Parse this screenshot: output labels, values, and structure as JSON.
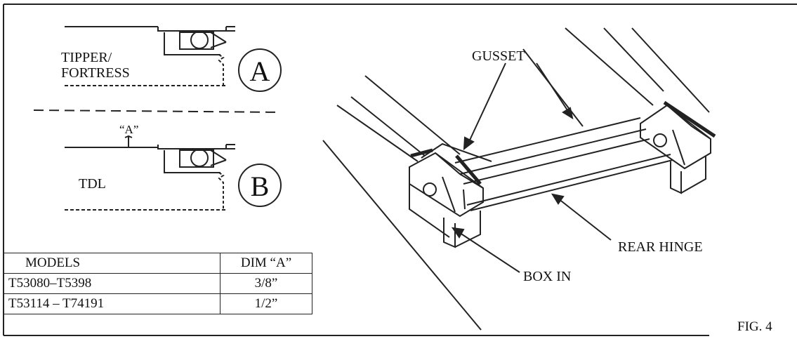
{
  "detail_a": {
    "label_line1": "TIPPER/",
    "label_line2": "FORTRESS",
    "circle_letter": "A"
  },
  "detail_b": {
    "dim_label": "“A”",
    "label": "TDL",
    "circle_letter": "B"
  },
  "callouts": {
    "gusset": "GUSSET",
    "rear_hinge": "REAR HINGE",
    "box_in": "BOX IN"
  },
  "table": {
    "headers": [
      "MODELS",
      "DIM “A”"
    ],
    "rows": [
      {
        "model": "T53080–T5398",
        "dim": "3/8”"
      },
      {
        "model": "T53114 – T74191",
        "dim": "1/2”"
      }
    ]
  },
  "caption": "FIG. 4"
}
